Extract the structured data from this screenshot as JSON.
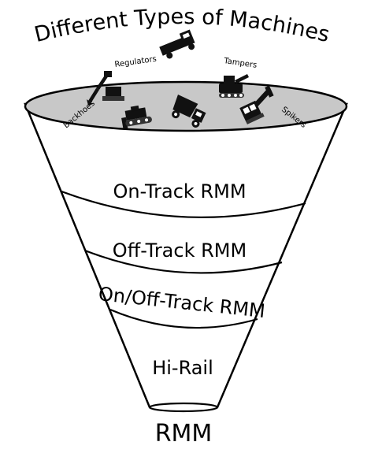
{
  "title": "Different Types of Machines",
  "machines": [
    {
      "label": "Backhoes",
      "icon": "backhoe-icon"
    },
    {
      "label": "Regulators",
      "icon": "regulator-icon"
    },
    {
      "label": "Tampers",
      "icon": "tamper-icon"
    },
    {
      "label": "Spikers",
      "icon": "spiker-icon"
    }
  ],
  "funnel_layers": [
    {
      "label": "On-Track RMM"
    },
    {
      "label": "Off-Track RMM"
    },
    {
      "label": "On/Off-Track RMM"
    },
    {
      "label": "Hi-Rail"
    }
  ],
  "bottom_label": "RMM",
  "colors": {
    "funnel_top_fill": "#c8c8c8",
    "funnel_fill": "#ffffff",
    "stroke": "#000000"
  }
}
